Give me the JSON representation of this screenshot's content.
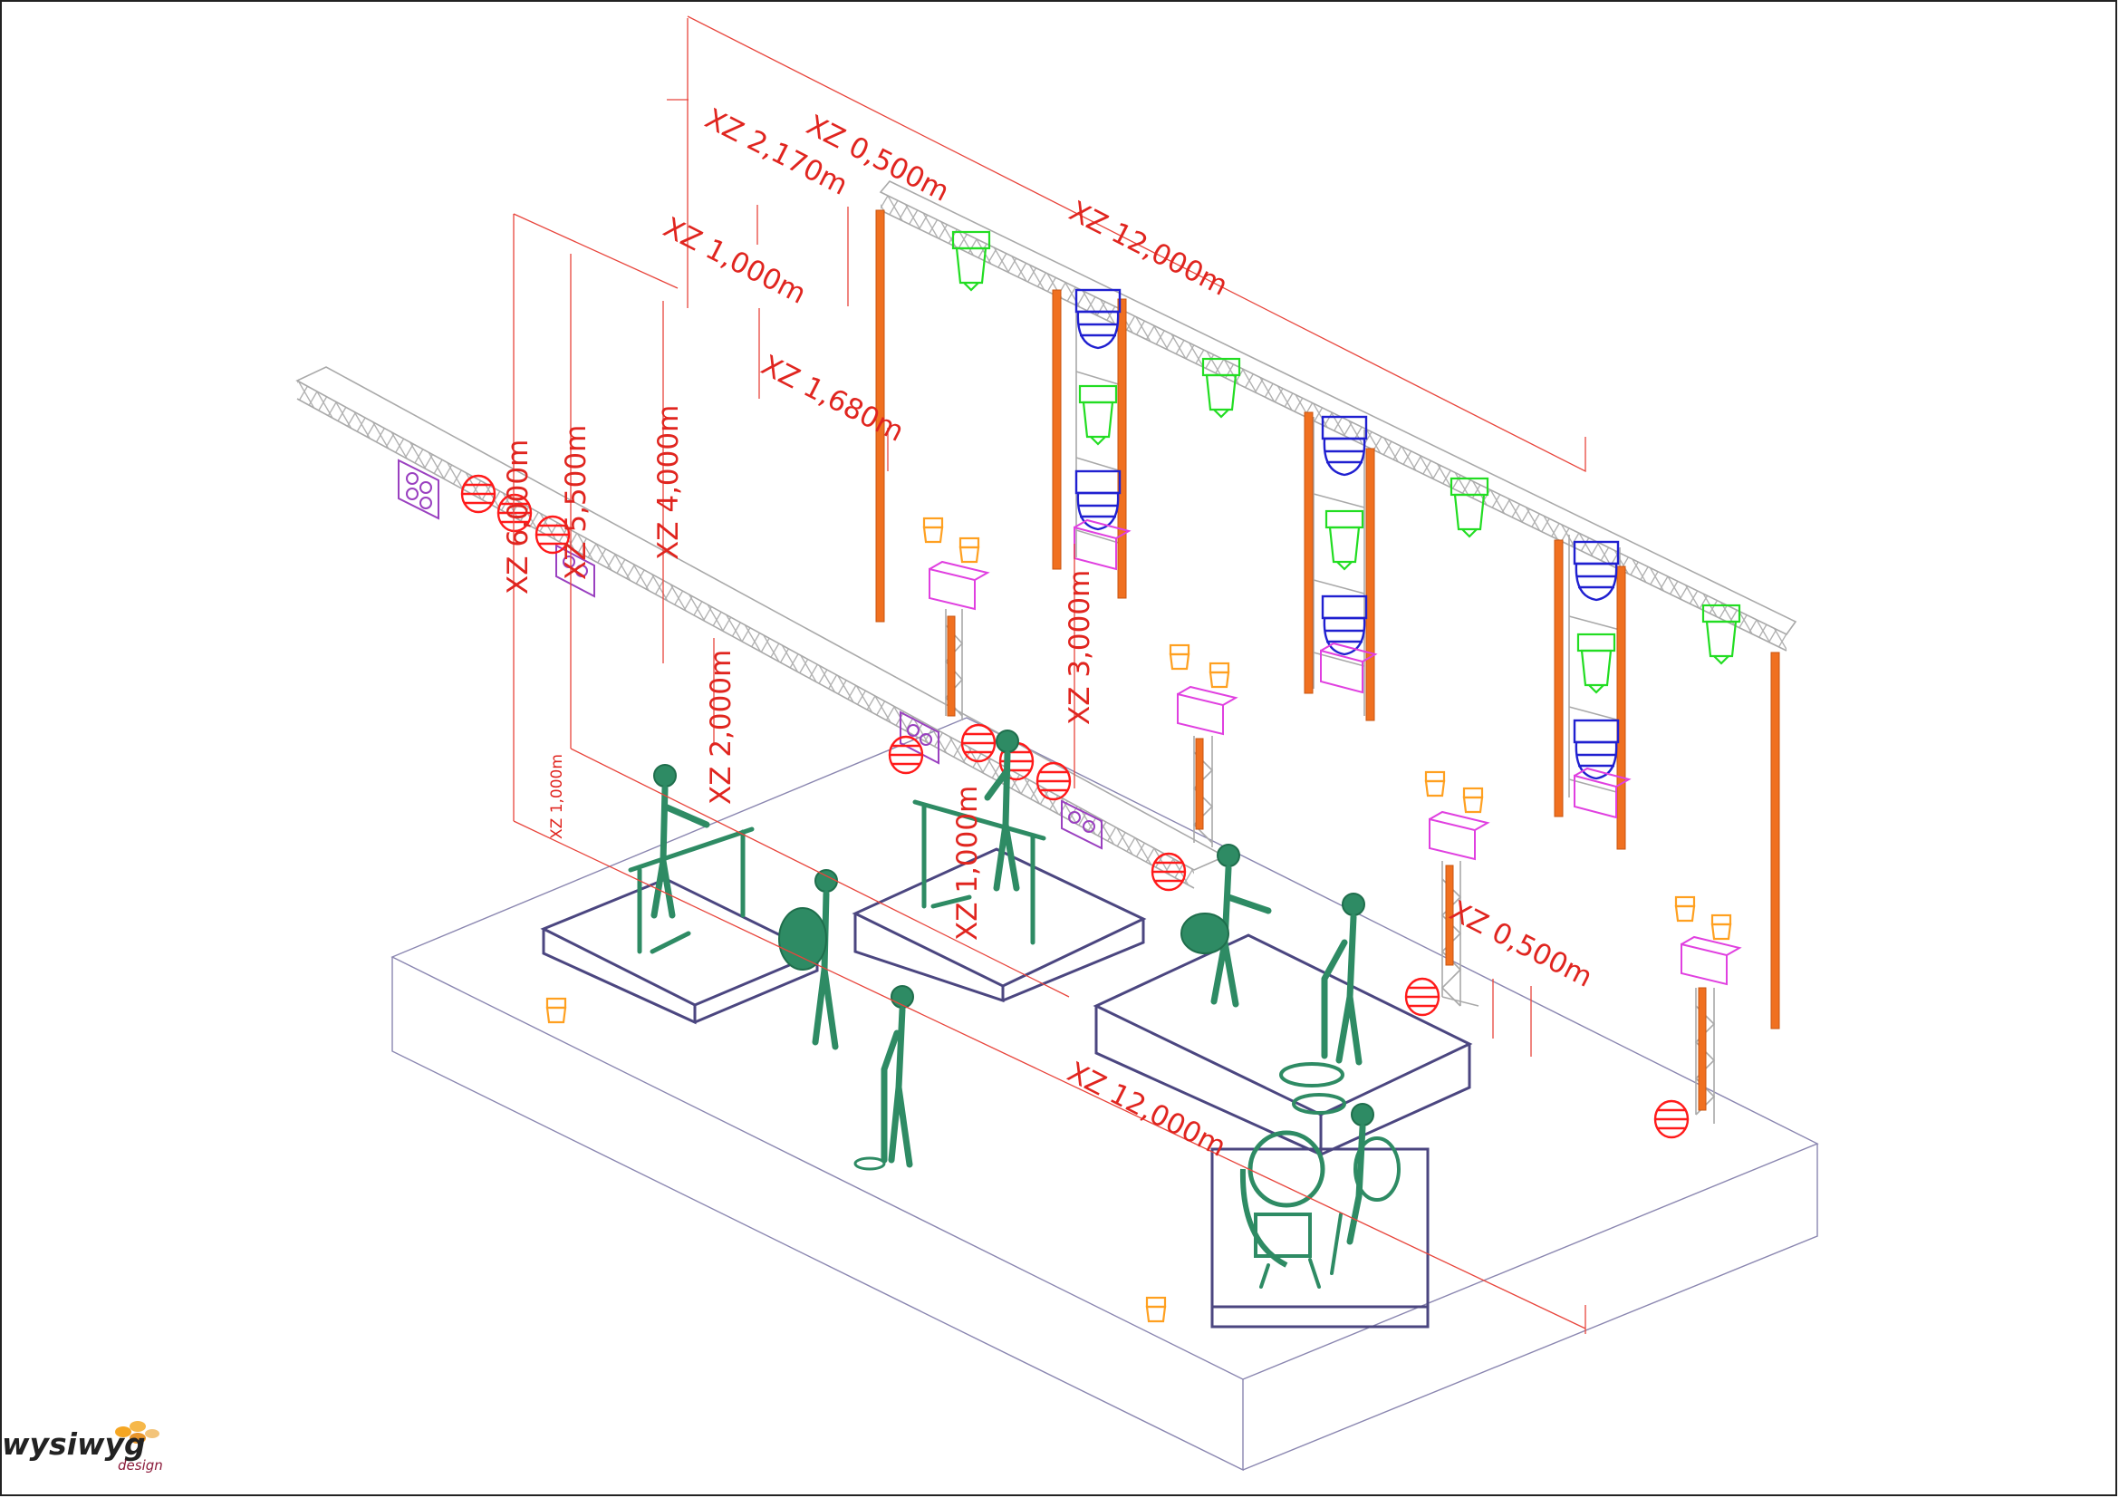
{
  "colors": {
    "dimension": "#e0251f",
    "figure": "#2e8b64",
    "fixture_red": "#ff1a1a",
    "fixture_green": "#22dd22",
    "fixture_blue": "#2020d0",
    "fixture_magenta": "#e040e0",
    "fixture_violet": "#9a40c0",
    "fixture_orange": "#ffa020",
    "post": "#f07020",
    "truss": "#a9a9a9",
    "stage_outline": "#8a86b0"
  },
  "dimensions": {
    "d_2170": "XZ 2,170m",
    "d_0500_top": "XZ 0,500m",
    "d_12000_top": "XZ 12,000m",
    "d_1000_top": "XZ 1,000m",
    "d_1680": "XZ 1,680m",
    "d_6000": "XZ 6,000m",
    "d_5500": "XZ 5,500m",
    "d_4000": "XZ 4,000m",
    "d_3000": "XZ 3,000m",
    "d_2000": "XZ 2,000m",
    "d_1000_small": "XZ 1,000m",
    "d_1000_riser": "XZ 1,000m",
    "d_0500_right": "XZ 0,500m",
    "d_12000_bottom": "XZ 12,000m"
  },
  "logo": {
    "word": "wysiwyg",
    "sub": "design"
  }
}
